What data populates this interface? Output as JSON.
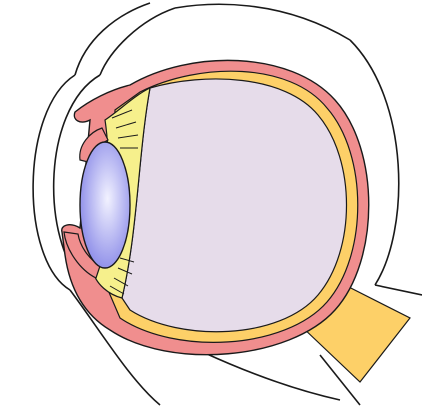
{
  "diagram": {
    "labels": []
  },
  "colors": {
    "background": "#ffffff",
    "outline": "#1a1a1a",
    "sclera": "#f08e8e",
    "choroid": "#fdd068",
    "vitreous": "#e6dcea",
    "lens_center": "#f2f2ff",
    "lens_edge": "#8a8ae8",
    "ciliary_body": "#f6f08c",
    "optic_nerve": "#fdd068"
  },
  "parts": [
    {
      "id": "eye-socket",
      "kind": "outline"
    },
    {
      "id": "sclera",
      "kind": "layer"
    },
    {
      "id": "choroid",
      "kind": "layer"
    },
    {
      "id": "vitreous-body",
      "kind": "fill"
    },
    {
      "id": "lens",
      "kind": "fill"
    },
    {
      "id": "ciliary-body",
      "kind": "fill"
    },
    {
      "id": "iris",
      "kind": "fill"
    },
    {
      "id": "optic-nerve",
      "kind": "fill"
    }
  ]
}
